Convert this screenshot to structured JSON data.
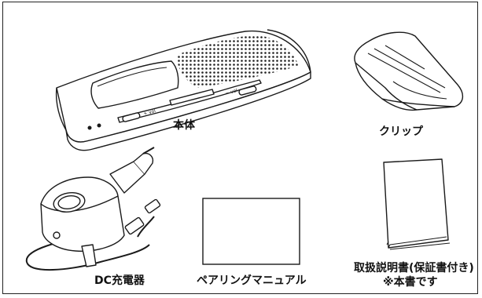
{
  "items": [
    {
      "label": "本体"
    },
    {
      "label": "クリップ"
    },
    {
      "label": "DC充電器"
    },
    {
      "label": "ペアリングマニュアル"
    },
    {
      "label": "取扱説明書(保証書付き)",
      "note": "※本書です"
    }
  ],
  "device_markings": [
    "+ vol",
    "− vol"
  ]
}
